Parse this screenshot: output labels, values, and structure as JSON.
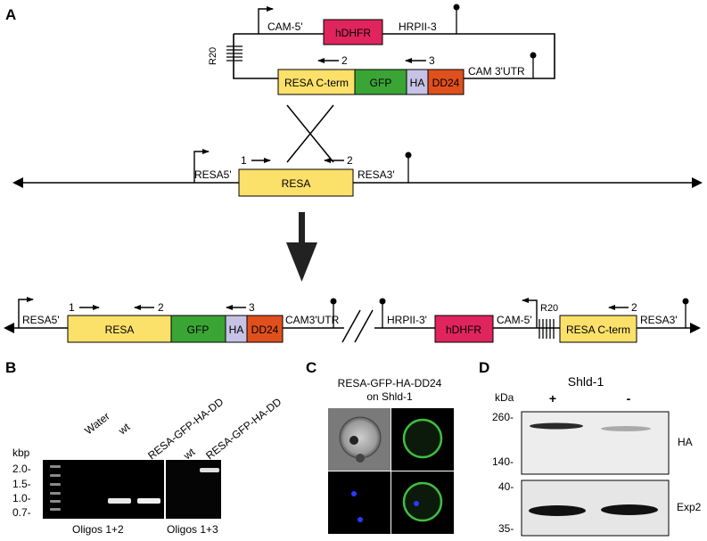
{
  "panel_a": {
    "letter": "A",
    "plasmid": {
      "cam5": "CAM-5'",
      "hdhfr": "hDHFR",
      "hrpii3": "HRPII-3",
      "r20": "R20",
      "resa_cterm": "RESA C-term",
      "gfp": "GFP",
      "ha": "HA",
      "dd24": "DD24",
      "cam3utr": "CAM 3'UTR",
      "primer2": "2",
      "primer3": "3"
    },
    "locus": {
      "resa5": "RESA5'",
      "resa": "RESA",
      "resa3": "RESA3'",
      "primer1": "1",
      "primer2": "2"
    },
    "integrated": {
      "resa5": "RESA5'",
      "resa": "RESA",
      "gfp": "GFP",
      "ha": "HA",
      "dd24": "DD24",
      "cam3utr": "CAM3'UTR",
      "hrpii3": "HRPII-3'",
      "hdhfr": "hDHFR",
      "cam5": "CAM-5'",
      "r20": "R20",
      "resa_cterm": "RESA C-term",
      "resa3": "RESA3'",
      "primer1": "1",
      "primer2": "2",
      "primer3": "3",
      "primer2b": "2"
    }
  },
  "panel_b": {
    "letter": "B",
    "kbp_label": "kbp",
    "ladder": [
      "2.0-",
      "1.5-",
      "1.0-",
      "0.7-"
    ],
    "lanes": [
      "Water",
      "wt",
      "RESA-GFP-HA-DD",
      "wt",
      "RESA-GFP-HA-DD"
    ],
    "gel1_label": "Oligos 1+2",
    "gel2_label": "Oligos 1+3"
  },
  "panel_c": {
    "letter": "C",
    "title_line1": "RESA-GFP-HA-DD24",
    "title_line2": "on Shld-1"
  },
  "panel_d": {
    "letter": "D",
    "title": "Shld-1",
    "kda_label": "kDa",
    "plus": "+",
    "minus": "-",
    "blot1_markers": [
      "260-",
      "140-"
    ],
    "blot1_label": "HA",
    "blot2_markers": [
      "40-",
      "35-"
    ],
    "blot2_label": "Exp2"
  },
  "colors": {
    "resa": "#fbe06a",
    "gfp": "#3aa535",
    "ha": "#c6c3e6",
    "dd24": "#e0501c",
    "hdhfr": "#e0245e"
  }
}
